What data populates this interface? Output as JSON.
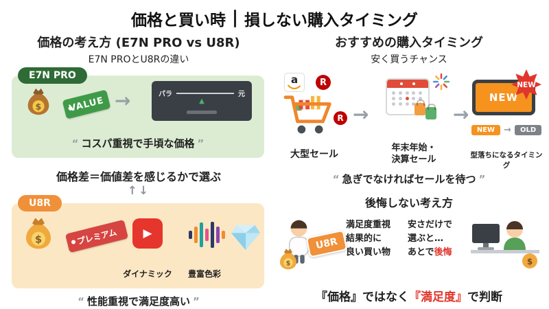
{
  "title": {
    "part1": "価格と買い時",
    "part2": "損しない購入タイミング"
  },
  "colors": {
    "green_box": "#dcecd3",
    "green_badge": "#2f6b36",
    "orange_box": "#fce7c4",
    "orange_badge": "#f09038",
    "tag_green": "#3f9a48",
    "tag_red": "#d64541",
    "accent_red": "#e0362c",
    "arrow_gray": "#97a0a8",
    "tv_dark": "#3a3f46",
    "new_orange": "#f6921e",
    "old_gray": "#7d8288",
    "rakuten_red": "#bf0000",
    "amazon_orange": "#f19100"
  },
  "icons": {
    "dollar": "$",
    "amazon_letter": "a",
    "rakuten_letter": "R",
    "arrow_right": "→",
    "updown": "↑↓",
    "slider_pointer": "▲",
    "play": "▶"
  },
  "quote_marks": {
    "open": "“",
    "close": "”"
  },
  "left_panel": {
    "heading": "価格の考え方 (E7N PRO vs U8R)",
    "subheading": "E7N PROとU8Rの違い",
    "e7n": {
      "badge": "E7N PRO",
      "tag": "VALUE",
      "tv_left": "パラ",
      "tv_right": "元",
      "quote": "コスパ重視で手頃な価格"
    },
    "compare_text": "価格差＝価値差を感じるかで選ぶ",
    "u8r": {
      "badge": "U8R",
      "tag": "プレミアム",
      "label_dynamic": "ダイナミック",
      "label_color": "豊富色彩",
      "quote": "性能重視で満足度高い"
    }
  },
  "right_panel": {
    "heading": "おすすめの購入タイミング",
    "subheading": "安く買うチャンス",
    "steps": {
      "sale_label": "大型セール",
      "yearend_label": "年末年始・\n決算セール",
      "model_label": "型落ちになるタイミング",
      "tv_text": "NEW",
      "burst_text": "NEW",
      "chip_new": "NEW",
      "chip_old": "OLD"
    },
    "quote": "急ぎでなければセールを待つ",
    "regret_heading": "後悔しない考え方",
    "good_card": "U8R",
    "good_text": "満足度重視\n結果的に\n良い買い物",
    "bad_text_head": "安さだけで\n選ぶと…\nあとで",
    "bad_text_highlight": "後悔",
    "conclusion_pre": "『価格』ではなく",
    "conclusion_highlight": "『満足度』",
    "conclusion_post": "で判断"
  }
}
